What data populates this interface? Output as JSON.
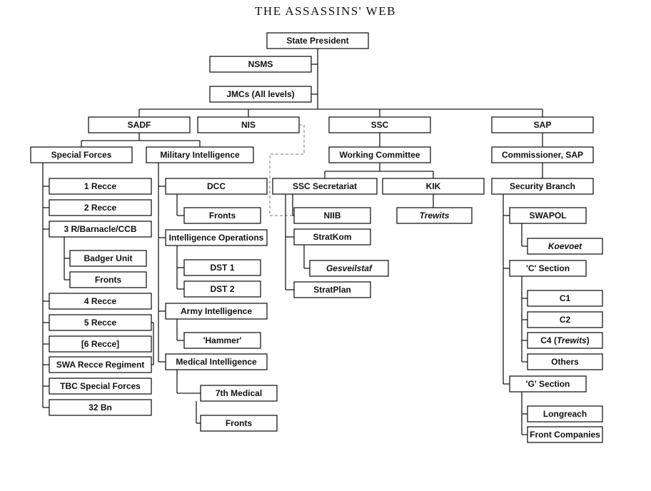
{
  "title": "THE ASSASSINS' WEB",
  "nodes": [
    {
      "id": "state_president",
      "label": "State President"
    },
    {
      "id": "nsms",
      "label": "NSMS"
    },
    {
      "id": "jmcs",
      "label": "JMCs (All levels)"
    },
    {
      "id": "sadf",
      "label": "SADF"
    },
    {
      "id": "nis",
      "label": "NIS"
    },
    {
      "id": "ssc",
      "label": "SSC"
    },
    {
      "id": "sap",
      "label": "SAP"
    },
    {
      "id": "special_forces",
      "label": "Special Forces"
    },
    {
      "id": "military_intelligence",
      "label": "Military Intelligence"
    },
    {
      "id": "working_committee",
      "label": "Working Committee"
    },
    {
      "id": "commissioner_sap",
      "label": "Commissioner, SAP"
    },
    {
      "id": "recce1",
      "label": "1 Recce"
    },
    {
      "id": "recce2",
      "label": "2 Recce"
    },
    {
      "id": "recce3",
      "label": "3 R/Barnacle/CCB"
    },
    {
      "id": "badger_unit",
      "label": "Badger Unit"
    },
    {
      "id": "fronts_sf",
      "label": "Fronts"
    },
    {
      "id": "recce4",
      "label": "4 Recce"
    },
    {
      "id": "recce5",
      "label": "5 Recce"
    },
    {
      "id": "recce6",
      "label": "[6 Recce]"
    },
    {
      "id": "swa_recce",
      "label": "SWA Recce Regiment"
    },
    {
      "id": "tbc_sf",
      "label": "TBC Special Forces"
    },
    {
      "id": "bn32",
      "label": "32 Bn"
    },
    {
      "id": "dcc",
      "label": "DCC"
    },
    {
      "id": "fronts_dcc",
      "label": "Fronts"
    },
    {
      "id": "intel_ops",
      "label": "Intelligence Operations"
    },
    {
      "id": "dst1",
      "label": "DST 1"
    },
    {
      "id": "dst2",
      "label": "DST 2"
    },
    {
      "id": "army_intel",
      "label": "Army Intelligence"
    },
    {
      "id": "hammer",
      "label": "'Hammer'"
    },
    {
      "id": "medical_intel",
      "label": "Medical Intelligence"
    },
    {
      "id": "seventh_medical",
      "label": "7th Medical"
    },
    {
      "id": "fronts_med",
      "label": "Fronts"
    },
    {
      "id": "ssc_secretariat",
      "label": "SSC Secretariat"
    },
    {
      "id": "kik",
      "label": "KIK"
    },
    {
      "id": "niib",
      "label": "NIIB"
    },
    {
      "id": "stratkom",
      "label": "StratKom"
    },
    {
      "id": "gesveilstaf",
      "label": "Gesveilstaf",
      "italic": true
    },
    {
      "id": "stratplan",
      "label": "StratPlan"
    },
    {
      "id": "trewits",
      "label": "Trewits",
      "italic": true
    },
    {
      "id": "security_branch",
      "label": "Security Branch"
    },
    {
      "id": "swapol",
      "label": "SWAPOL"
    },
    {
      "id": "koevoet",
      "label": "Koevoet",
      "italic": true
    },
    {
      "id": "c_section",
      "label": "'C' Section"
    },
    {
      "id": "c1",
      "label": "C1"
    },
    {
      "id": "c2",
      "label": "C2"
    },
    {
      "id": "c4",
      "label": "C4 (Trewits)",
      "plain": "C4 (",
      "italic_part": "Trewits",
      "close": ")"
    },
    {
      "id": "others",
      "label": "Others"
    },
    {
      "id": "g_section",
      "label": "'G' Section"
    },
    {
      "id": "longreach",
      "label": "Longreach"
    },
    {
      "id": "front_companies",
      "label": "Front Companies"
    }
  ]
}
